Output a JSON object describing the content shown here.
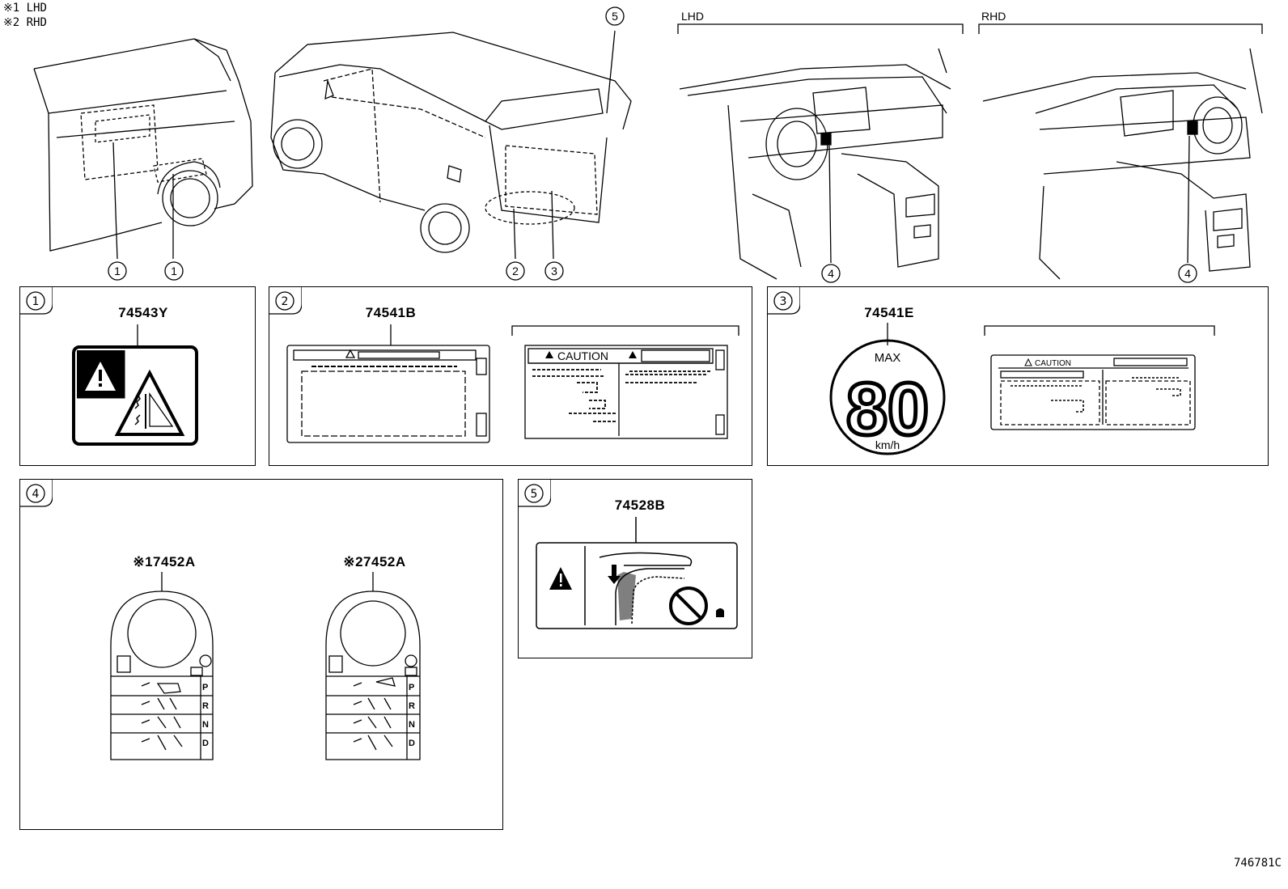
{
  "legend": {
    "line1": "※1 LHD",
    "line2": "※2 RHD"
  },
  "views": {
    "lhd_label": "LHD",
    "rhd_label": "RHD"
  },
  "callouts": [
    "1",
    "1",
    "2",
    "3",
    "4",
    "4",
    "5"
  ],
  "panels": [
    {
      "num": "1",
      "part_no": "74543Y"
    },
    {
      "num": "2",
      "part_no": "74541B",
      "caution": "CAUTION"
    },
    {
      "num": "3",
      "part_no": "74541E",
      "max": "MAX",
      "speed": "80",
      "unit": "km/h",
      "caution": "CAUTION"
    },
    {
      "num": "4",
      "part_no_lhd": "※17452A",
      "part_no_rhd": "※27452A",
      "gears": [
        "P",
        "R",
        "N",
        "D"
      ]
    },
    {
      "num": "5",
      "part_no": "74528B"
    }
  ],
  "ref_number": "746781C"
}
